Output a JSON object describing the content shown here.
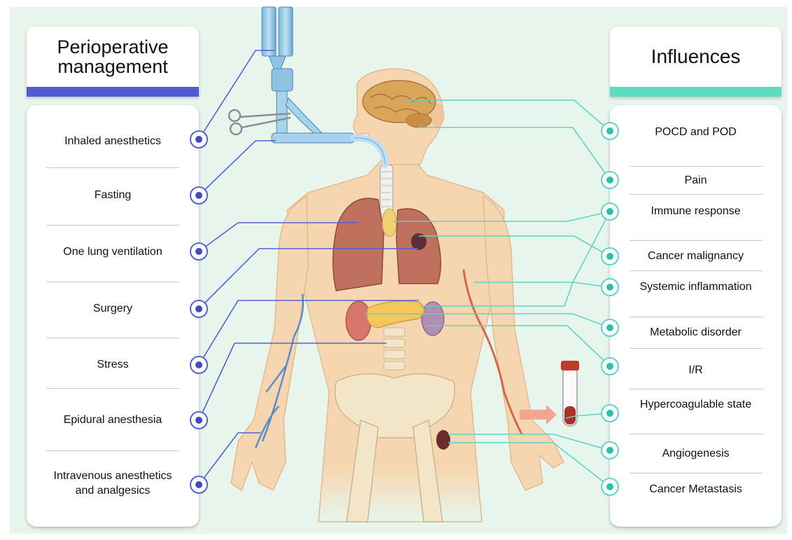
{
  "left_panel": {
    "title": "Perioperative management",
    "accent_color": "#4f5bd5",
    "items": [
      {
        "label": "Inhaled anesthetics"
      },
      {
        "label": "Fasting"
      },
      {
        "label": "One lung ventilation"
      },
      {
        "label": "Surgery"
      },
      {
        "label": "Stress"
      },
      {
        "label": "Epidural anesthesia"
      },
      {
        "label": "Intravenous anesthetics and analgesics"
      }
    ]
  },
  "right_panel": {
    "title": "Influences",
    "accent_color": "#5ddcc4",
    "items": [
      {
        "label": "POCD and POD"
      },
      {
        "label": "Pain"
      },
      {
        "label": "Immune response"
      },
      {
        "label": "Cancer malignancy"
      },
      {
        "label": "Systemic inflammation"
      },
      {
        "label": "Metabolic disorder"
      },
      {
        "label": "I/R"
      },
      {
        "label": "Hypercoagulable state"
      },
      {
        "label": "Angiogenesis"
      },
      {
        "label": "Cancer Metastasis"
      }
    ]
  },
  "colors": {
    "background": "#e7f5ec",
    "left_connector": "#5561d6",
    "right_connector": "#5fd4c8",
    "skin": "#f6d6b0",
    "lung": "#c0705e",
    "bone": "#f3e6c8",
    "vein": "#5a8ec4",
    "artery": "#d9654e"
  }
}
